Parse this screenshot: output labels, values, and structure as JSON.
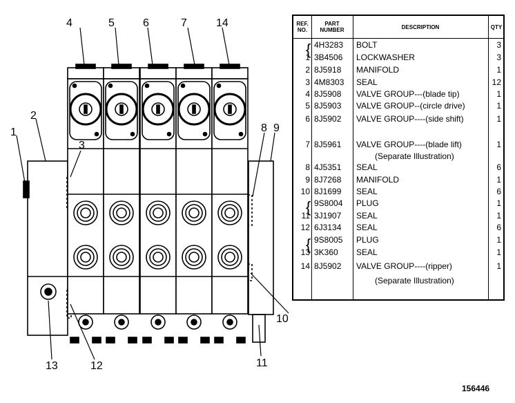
{
  "callouts": {
    "c1": "1",
    "c2": "2",
    "c3": "3",
    "c4": "4",
    "c5": "5",
    "c6": "6",
    "c7": "7",
    "c8": "8",
    "c9": "9",
    "c10": "10",
    "c11": "11",
    "c12": "12",
    "c13": "13",
    "c14": "14"
  },
  "table": {
    "headers": {
      "ref": [
        "REF.",
        "NO."
      ],
      "part": [
        "PART",
        "NUMBER"
      ],
      "description": "DESCRIPTION",
      "qty": "QTY"
    },
    "rows": [
      {
        "ref": "",
        "part": "4H3283",
        "description": "BOLT",
        "qty": "3"
      },
      {
        "ref": "1",
        "part": "3B4506",
        "description": "LOCKWASHER",
        "qty": "3"
      },
      {
        "ref": "2",
        "part": "8J5918",
        "description": "MANIFOLD",
        "qty": "1"
      },
      {
        "ref": "3",
        "part": "4M8303",
        "description": "SEAL",
        "qty": "12"
      },
      {
        "ref": "4",
        "part": "8J5908",
        "description": "VALVE GROUP---(blade tip)",
        "qty": "1"
      },
      {
        "ref": "5",
        "part": "8J5903",
        "description": "VALVE GROUP--(circle drive)",
        "qty": "1"
      },
      {
        "ref": "6",
        "part": "8J5902",
        "description": "VALVE GROUP----(side shift)",
        "qty": "1"
      },
      {
        "ref": "7",
        "part": "8J5961",
        "description": "VALVE GROUP----(blade lift)",
        "qty": "1"
      },
      {
        "ref": "8",
        "part": "4J5351",
        "description": "SEAL",
        "qty": "6"
      },
      {
        "ref": "9",
        "part": "8J7268",
        "description": "MANIFOLD",
        "qty": "1"
      },
      {
        "ref": "10",
        "part": "8J1699",
        "description": "SEAL",
        "qty": "6"
      },
      {
        "ref": "",
        "part": "9S8004",
        "description": "PLUG",
        "qty": "1"
      },
      {
        "ref": "11",
        "part": "3J1907",
        "description": "SEAL",
        "qty": "1"
      },
      {
        "ref": "12",
        "part": "6J3134",
        "description": "SEAL",
        "qty": "6"
      },
      {
        "ref": "",
        "part": "9S8005",
        "description": "PLUG",
        "qty": "1"
      },
      {
        "ref": "13",
        "part": "3K360",
        "description": "SEAL",
        "qty": "1"
      },
      {
        "ref": "14",
        "part": "8J5902",
        "description": "VALVE GROUP----(ripper)",
        "qty": "1"
      }
    ],
    "notes": {
      "row7": "(Separate Illustration)",
      "row14": "(Separate Illustration)"
    }
  },
  "figure_number": "156446"
}
